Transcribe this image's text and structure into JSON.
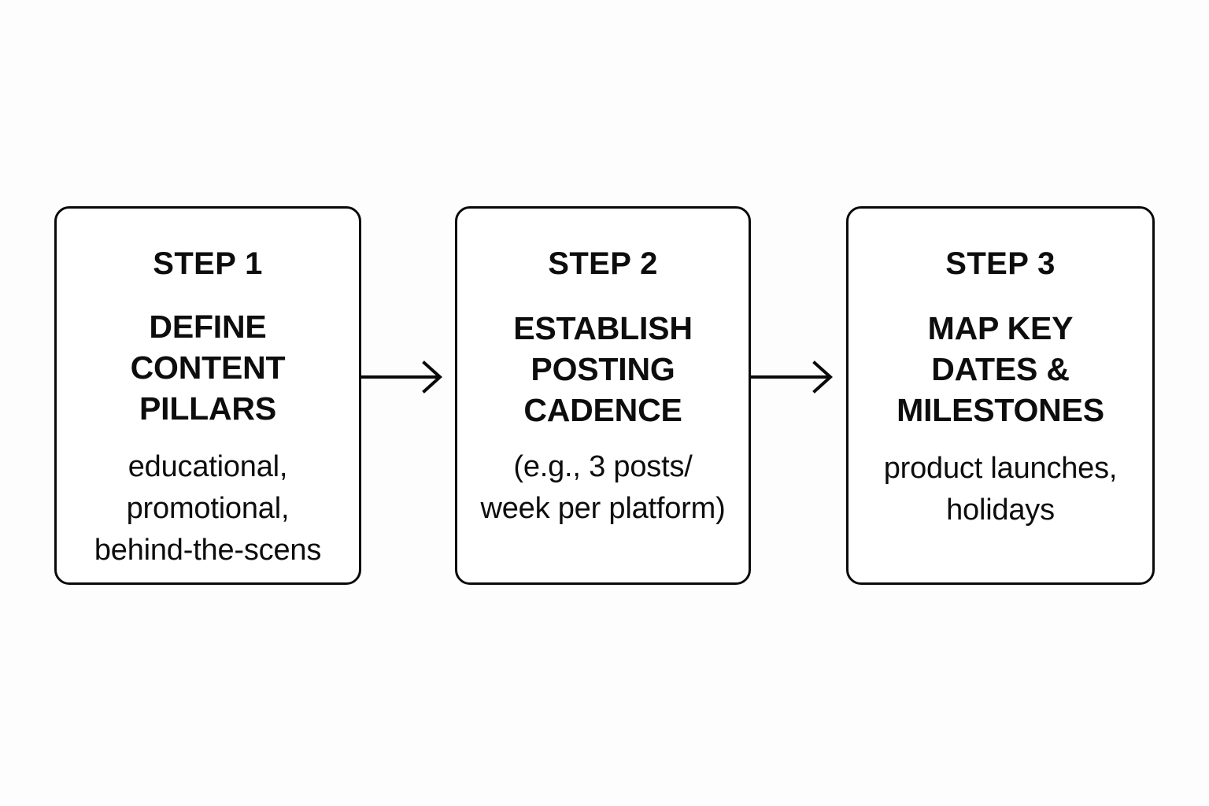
{
  "diagram": {
    "type": "process-flow",
    "orientation": "horizontal",
    "background_color": "#fdfdfd",
    "stroke_color": "#0a0a0a",
    "box_fill_color": "#ffffff",
    "steps": [
      {
        "kicker": "STEP 1",
        "title": "DEFINE\nCONTENT\nPILLARS",
        "detail": "educational,\npromotional,\nbehind-the-scens"
      },
      {
        "kicker": "STEP 2",
        "title": "ESTABLISH\nPOSTING\nCADENCE",
        "detail": "(e.g., 3 posts/\nweek per platform)"
      },
      {
        "kicker": "STEP 3",
        "title": "MAP KEY\nDATES &\nMILESTONES",
        "detail": "product launches,\nholidays"
      }
    ],
    "connectors": [
      {
        "from": "STEP 1",
        "to": "STEP 2",
        "glyph": "arrow-right"
      },
      {
        "from": "STEP 2",
        "to": "STEP 3",
        "glyph": "arrow-right"
      }
    ]
  }
}
